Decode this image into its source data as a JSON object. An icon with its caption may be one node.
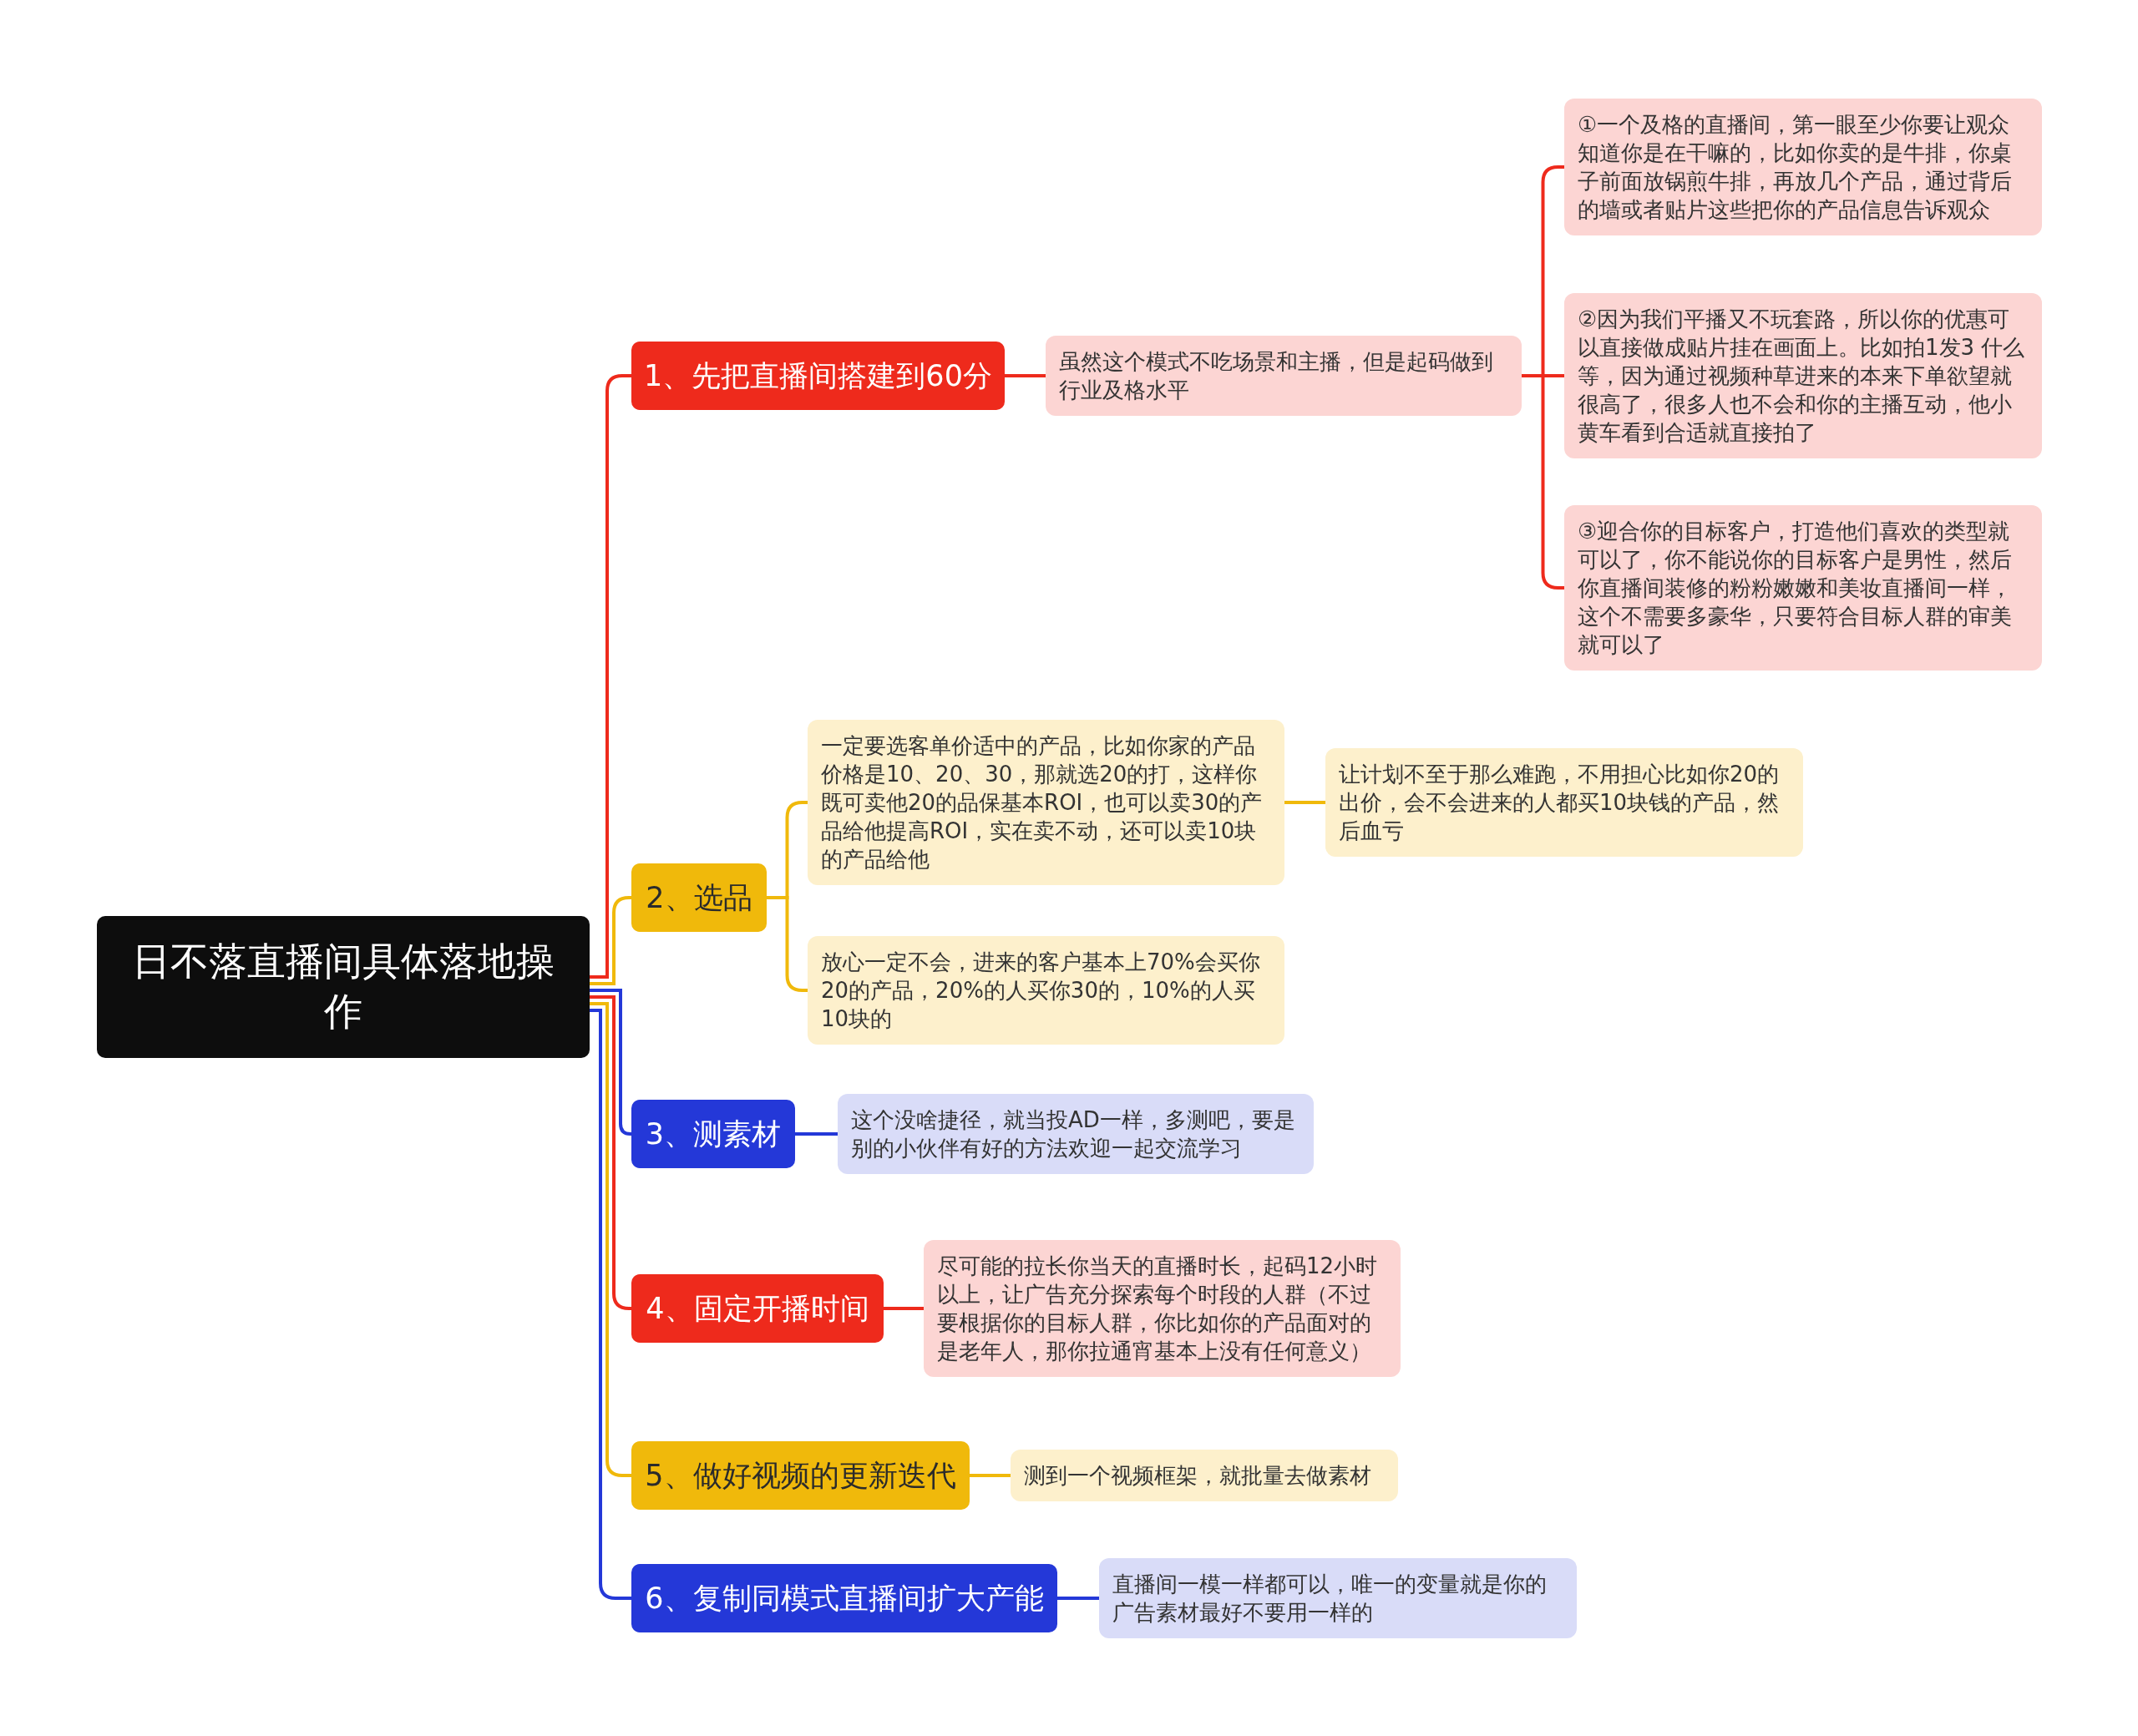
{
  "diagram": {
    "nodes": [
      {
        "text": [
          "日不落直播间具体落地操作"
        ]
      },
      {
        "text": [
          "1、先把直播间搭建到60分"
        ]
      },
      {
        "text": [
          "虽然这个模式不吃场景和主播，但是起码做到行业及格水平"
        ]
      },
      {
        "text": [
          "①一个及格的直播间，第一眼至少你要让观众知道你是在干嘛的，比如你卖的是牛排，你桌子前面放锅煎牛排，再放几个产品，通过背后的墙或者贴片这些把你的产品信息告诉观众"
        ]
      },
      {
        "text": [
          "②因为我们平播又不玩套路，所以你的优惠可以直接做成贴片挂在画面上。比如拍1发3 什么等，因为通过视频种草进来的本来下单欲望就很高了，很多人也不会和你的主播互动，他小黄车看到合适就直接拍了"
        ]
      },
      {
        "text": [
          "③迎合你的目标客户，打造他们喜欢的类型就可以了，你不能说你的目标客户是男性，然后你直播间装修的粉粉嫩嫩和美妆直播间一样，这个不需要多豪华，只要符合目标人群的审美就可以了"
        ]
      },
      {
        "text": [
          "2、选品"
        ]
      },
      {
        "text": [
          "一定要选客单价适中的产品，比如你家的产品价格是10、20、30，那就选20的打，这样你既可卖他20的品保基本ROI，也可以卖30的产品给他提高ROI，实在卖不动，还可以卖10块的产品给他"
        ]
      },
      {
        "text": [
          "让计划不至于那么难跑，不用担心比如你20的出价，会不会进来的人都买10块钱的产品，然后血亏"
        ]
      },
      {
        "text": [
          "放心一定不会，进来的客户基本上70%会买你20的产品，20%的人买你30的，10%的人买10块的"
        ]
      },
      {
        "text": [
          "3、测素材"
        ]
      },
      {
        "text": [
          "这个没啥捷径，就当投AD一样，多测吧，要是别的小伙伴有好的方法欢迎一起交流学习"
        ]
      },
      {
        "text": [
          "4、固定开播时间"
        ]
      },
      {
        "text": [
          "尽可能的拉长你当天的直播时长，起码12小时以上，让广告充分探索每个时段的人群（不过要根据你的目标人群，你比如你的产品面对的是老年人，那你拉通宵基本上没有任何意义）"
        ]
      },
      {
        "text": [
          "5、做好视频的更新迭代"
        ]
      },
      {
        "text": [
          "测到一个视频框架，就批量去做素材"
        ]
      },
      {
        "text": [
          "6、复制同模式直播间扩大产能"
        ]
      },
      {
        "text": [
          "直播间一模一样都可以，唯一的变量就是你的广告素材最好不要用一样的"
        ]
      }
    ],
    "edges": [
      {
        "from": 0,
        "to": 1,
        "arrow": "none",
        "color": "#ee2a1c"
      },
      {
        "from": 0,
        "to": 6,
        "arrow": "none",
        "color": "#f0b90b"
      },
      {
        "from": 0,
        "to": 10,
        "arrow": "none",
        "color": "#2438d8"
      },
      {
        "from": 0,
        "to": 12,
        "arrow": "none",
        "color": "#ee2a1c"
      },
      {
        "from": 0,
        "to": 14,
        "arrow": "none",
        "color": "#f0b90b"
      },
      {
        "from": 0,
        "to": 16,
        "arrow": "none",
        "color": "#2438d8"
      },
      {
        "from": 1,
        "to": 2,
        "arrow": "none",
        "color": "#ee2a1c"
      },
      {
        "from": 2,
        "to": 3,
        "arrow": "none",
        "color": "#ee2a1c"
      },
      {
        "from": 2,
        "to": 4,
        "arrow": "none",
        "color": "#ee2a1c"
      },
      {
        "from": 2,
        "to": 5,
        "arrow": "none",
        "color": "#ee2a1c"
      },
      {
        "from": 6,
        "to": 7,
        "arrow": "none",
        "color": "#f0b90b"
      },
      {
        "from": 7,
        "to": 8,
        "arrow": "none",
        "color": "#f0b90b"
      },
      {
        "from": 6,
        "to": 9,
        "arrow": "none",
        "color": "#f0b90b"
      },
      {
        "from": 10,
        "to": 11,
        "arrow": "none",
        "color": "#2438d8"
      },
      {
        "from": 12,
        "to": 13,
        "arrow": "none",
        "color": "#ee2a1c"
      },
      {
        "from": 14,
        "to": 15,
        "arrow": "none",
        "color": "#f0b90b"
      },
      {
        "from": 16,
        "to": 17,
        "arrow": "none",
        "color": "#2438d8"
      }
    ]
  }
}
